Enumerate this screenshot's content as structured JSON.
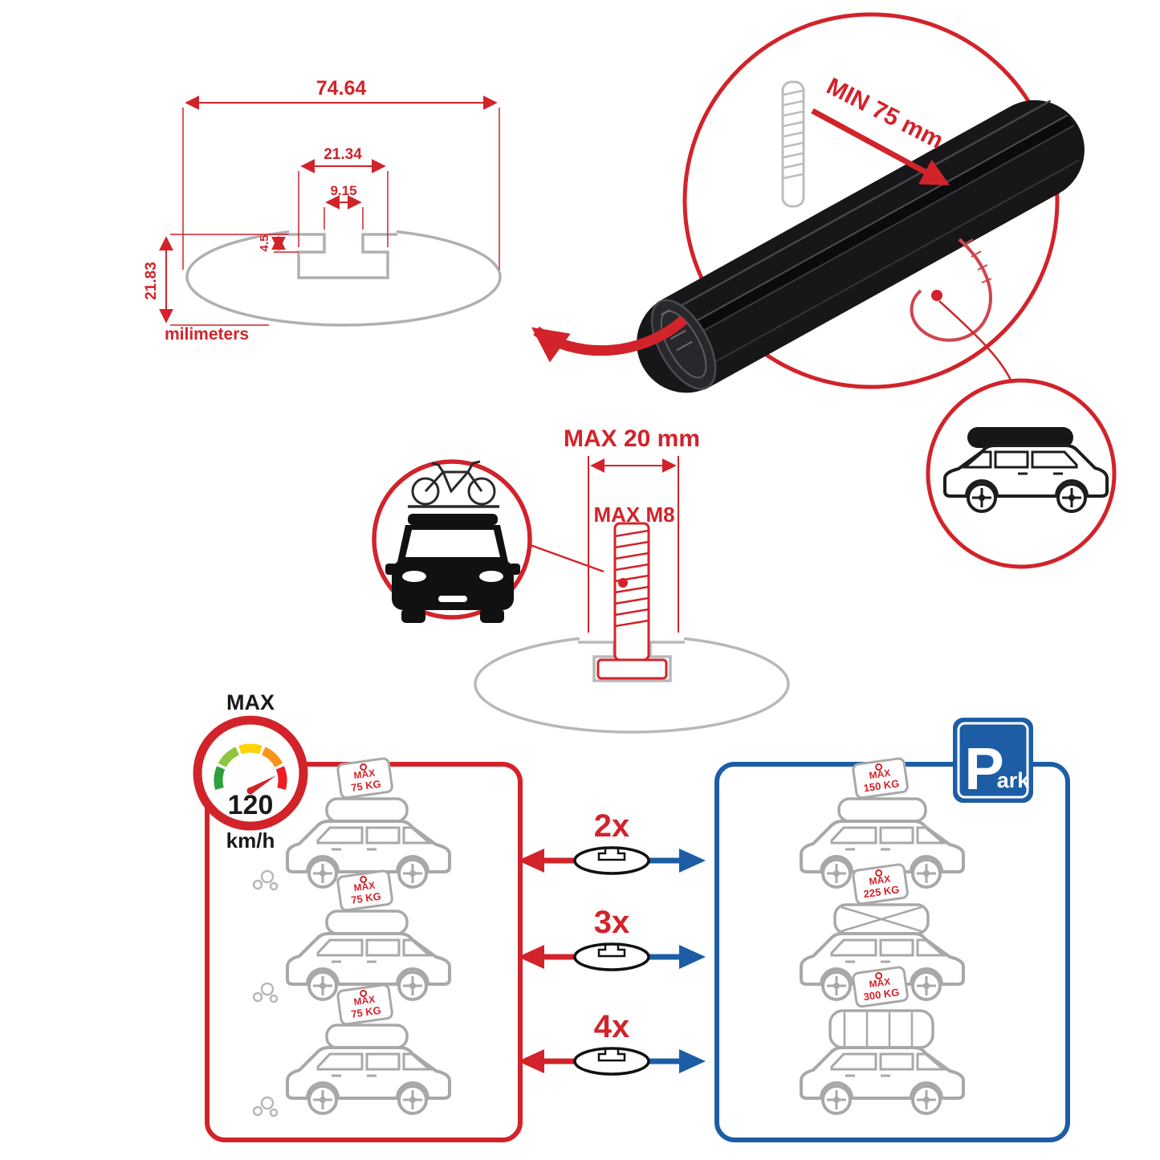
{
  "colors": {
    "red": "#d2232a",
    "blue": "#1c5da6",
    "gray": "#b0b0b0",
    "bar_black": "#17171a"
  },
  "profile_dimensions": {
    "total_width": "74.64",
    "channel_width": "21.34",
    "slot_width": "9.15",
    "step_depth": "4.5",
    "total_height": "21.83",
    "units_label": "milimeters"
  },
  "clamp_detail": {
    "min_clearance": "MIN 75 mm"
  },
  "bolt_detail": {
    "max_length": "MAX 20 mm",
    "max_diameter": "MAX M8"
  },
  "speed_limit": {
    "label": "MAX",
    "value": "120",
    "units": "km/h"
  },
  "capacity": {
    "multipliers": [
      "2x",
      "3x",
      "4x"
    ],
    "moving": [
      {
        "tag_label": "MAX",
        "tag_weight": "75 KG"
      },
      {
        "tag_label": "MAX",
        "tag_weight": "75 KG"
      },
      {
        "tag_label": "MAX",
        "tag_weight": "75 KG"
      }
    ],
    "parked": [
      {
        "tag_label": "MAX",
        "tag_weight": "150 KG"
      },
      {
        "tag_label": "MAX",
        "tag_weight": "225 KG"
      },
      {
        "tag_label": "MAX",
        "tag_weight": "300 KG"
      }
    ],
    "park_sign": {
      "initial": "P",
      "suffix": "ark"
    }
  }
}
